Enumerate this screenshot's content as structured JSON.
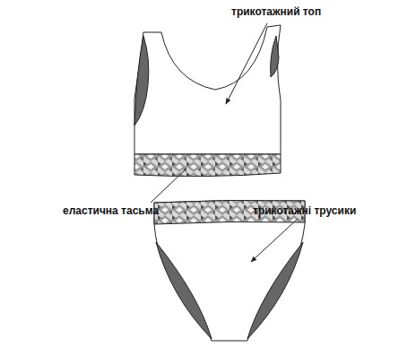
{
  "diagram": {
    "labels": [
      "трикотажний топ",
      "еластична тасьма",
      "трикотажні трусики"
    ]
  }
}
